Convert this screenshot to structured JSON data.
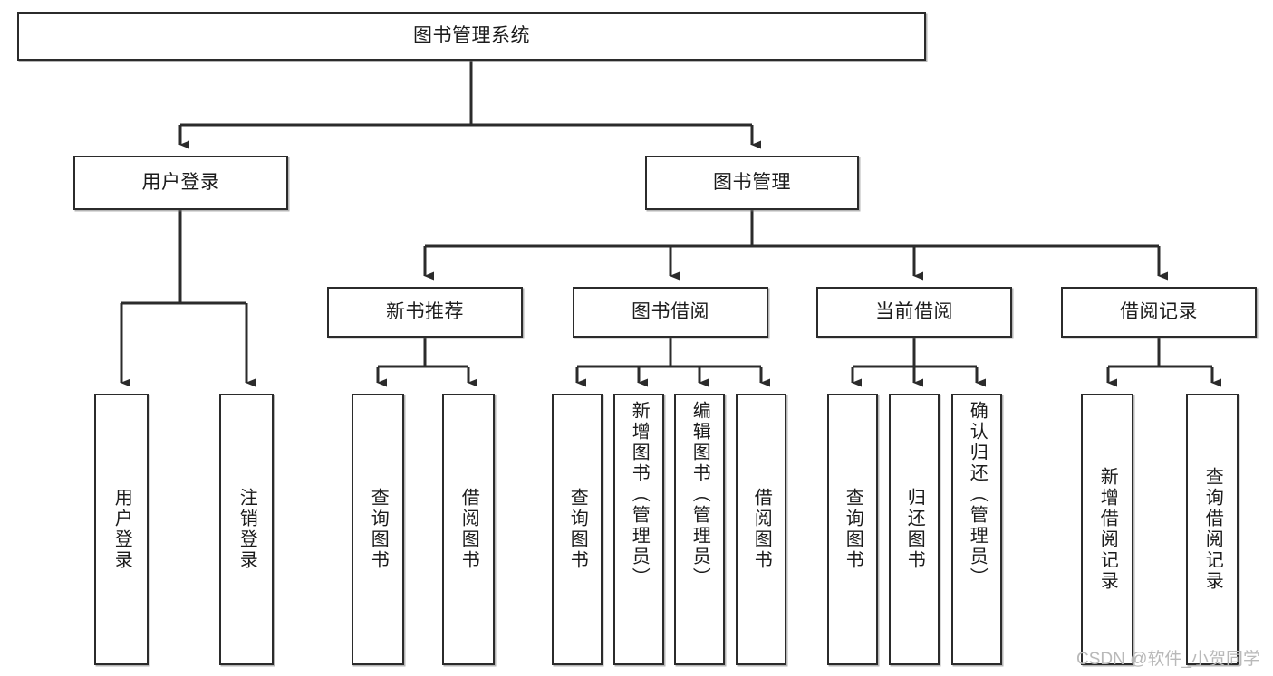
{
  "diagram": {
    "title_node": {
      "id": "root",
      "label": "图书管理系统"
    },
    "level2": [
      {
        "id": "login",
        "label": "用户登录"
      },
      {
        "id": "bookmgmt",
        "label": "图书管理"
      }
    ],
    "level3": [
      {
        "id": "newbook",
        "label": "新书推荐"
      },
      {
        "id": "borrow",
        "label": "图书借阅"
      },
      {
        "id": "current",
        "label": "当前借阅"
      },
      {
        "id": "records",
        "label": "借阅记录"
      }
    ],
    "leaves": {
      "login": [
        {
          "id": "user-login",
          "label": "用户登录"
        },
        {
          "id": "user-logout",
          "label": "注销登录"
        }
      ],
      "newbook": [
        {
          "id": "query-book-1",
          "label": "查询图书"
        },
        {
          "id": "borrow-book-1",
          "label": "借阅图书"
        }
      ],
      "borrow": [
        {
          "id": "query-book-2",
          "label": "查询图书"
        },
        {
          "id": "add-book",
          "label": "新增图书（管理员）"
        },
        {
          "id": "edit-book",
          "label": "编辑图书（管理员）"
        },
        {
          "id": "borrow-book-2",
          "label": "借阅图书"
        }
      ],
      "current": [
        {
          "id": "query-book-3",
          "label": "查询图书"
        },
        {
          "id": "return-book",
          "label": "归还图书"
        },
        {
          "id": "confirm-return",
          "label": "确认归还（管理员）"
        }
      ],
      "records": [
        {
          "id": "add-record",
          "label": "新增借阅记录"
        },
        {
          "id": "query-record",
          "label": "查询借阅记录"
        }
      ]
    },
    "colors": {
      "stroke": "#2b2b2b",
      "fill": "#ffffff",
      "text": "#1b1b1b",
      "watermark": "#b9b9b9"
    },
    "watermark": "CSDN @软件_小贺同学"
  }
}
